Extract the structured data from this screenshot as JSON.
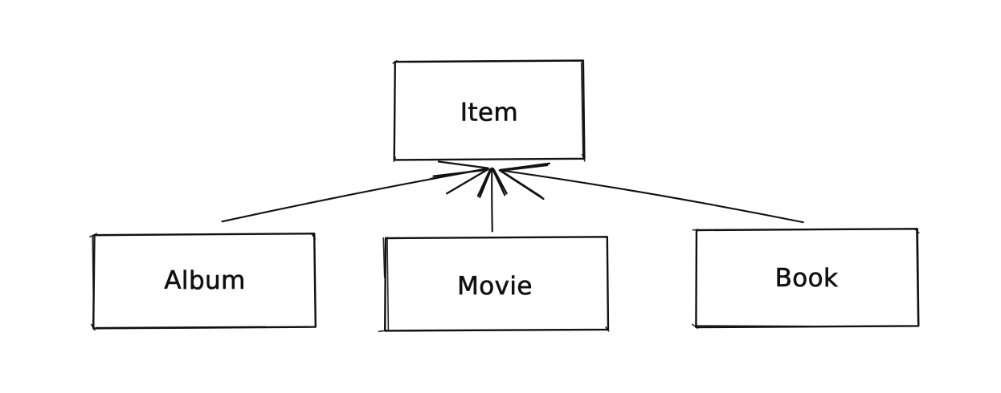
{
  "diagram": {
    "background_color": "#ffffff",
    "stroke_color": "#111111",
    "style": "hand-drawn-sketch",
    "nodes": [
      {
        "id": "item",
        "label": "Item"
      },
      {
        "id": "album",
        "label": "Album"
      },
      {
        "id": "movie",
        "label": "Movie"
      },
      {
        "id": "book",
        "label": "Book"
      }
    ],
    "edges": [
      {
        "id": "album-to-item",
        "from": "album",
        "to": "item",
        "arrowhead_at": "item"
      },
      {
        "id": "movie-to-item",
        "from": "movie",
        "to": "item",
        "arrowhead_at": "item"
      },
      {
        "id": "book-to-item",
        "from": "book",
        "to": "item",
        "arrowhead_at": "item"
      }
    ]
  }
}
